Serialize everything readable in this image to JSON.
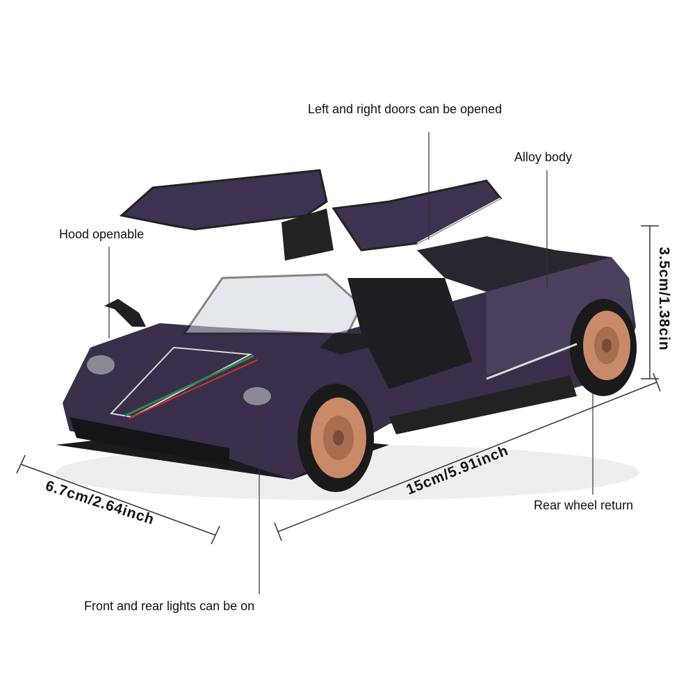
{
  "annotations": {
    "doors": "Left and right doors can be opened",
    "body": "Alloy body",
    "hood": "Hood openable",
    "lights": "Front and rear lights can be on",
    "rear_wheel": "Rear wheel return"
  },
  "dimensions": {
    "height": "3.5cm/1.38cin",
    "length": "15cm/5.91inch",
    "width": "6.7cm/2.64inch"
  },
  "colors": {
    "body": "#3a2f4a",
    "wheel": "#c98a6a",
    "tire": "#1a1a1a",
    "line": "#333333"
  }
}
